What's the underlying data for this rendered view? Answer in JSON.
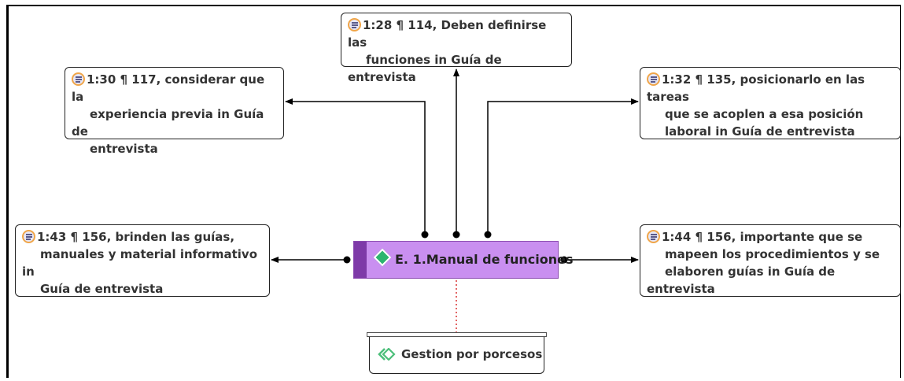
{
  "quotes": {
    "q128": {
      "line1": "1:28 ¶ 114, Deben definirse las",
      "line2": "funciones in Guía de entrevista",
      "line3": ""
    },
    "q130": {
      "line1": "1:30 ¶ 117, considerar que la",
      "line2": "experiencia previa in Guía de",
      "line3": "entrevista"
    },
    "q132": {
      "line1": "1:32 ¶ 135, posicionarlo en las tareas",
      "line2": "que se acoplen a esa posición",
      "line3": "laboral in Guía de entrevista"
    },
    "q143": {
      "line1": "1:43 ¶ 156, brinden las guías,",
      "line2": "manuales y material informativo in",
      "line3": "Guía de entrevista"
    },
    "q144": {
      "line1": "1:44 ¶ 156, importante que se",
      "line2": "mapeen los procedimientos y se",
      "line3": "elaboren guías in Guía de entrevista"
    }
  },
  "code": {
    "label": "E. 1.Manual de funciones",
    "color": "#c98ff0",
    "bar_color": "#7e3aa8"
  },
  "group": {
    "label": "Gestion por porcesos"
  },
  "icons": {
    "quote": "quote-document-icon",
    "code": "code-diamond-icon",
    "group": "code-group-icon"
  }
}
